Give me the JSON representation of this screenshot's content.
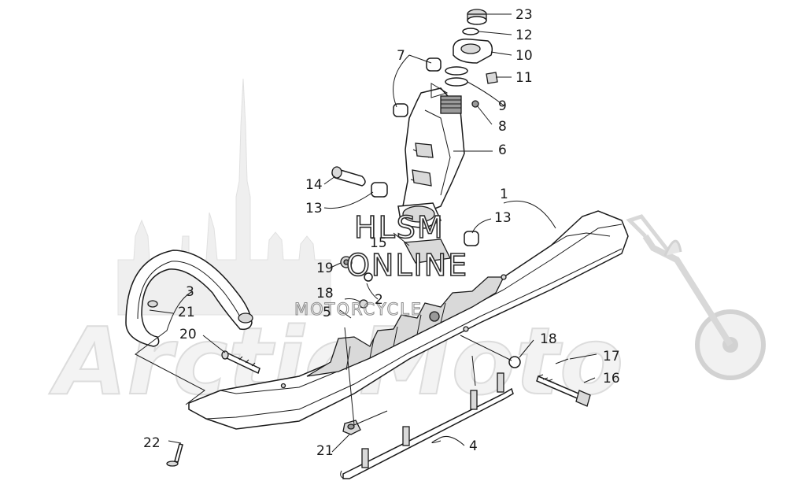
{
  "watermark": {
    "line1": "HLSM",
    "line2": "ONLINE",
    "line3": "MOTORCYCLE",
    "brand": "ArcticMoto"
  },
  "callouts": [
    {
      "id": "23",
      "label": "23"
    },
    {
      "id": "12",
      "label": "12"
    },
    {
      "id": "10",
      "label": "10"
    },
    {
      "id": "11",
      "label": "11"
    },
    {
      "id": "7",
      "label": "7"
    },
    {
      "id": "9",
      "label": "9"
    },
    {
      "id": "8",
      "label": "8"
    },
    {
      "id": "6",
      "label": "6"
    },
    {
      "id": "14",
      "label": "14"
    },
    {
      "id": "13a",
      "label": "13"
    },
    {
      "id": "1",
      "label": "1"
    },
    {
      "id": "13b",
      "label": "13"
    },
    {
      "id": "15",
      "label": "15"
    },
    {
      "id": "19",
      "label": "19"
    },
    {
      "id": "3",
      "label": "3"
    },
    {
      "id": "18a",
      "label": "18"
    },
    {
      "id": "2",
      "label": "2"
    },
    {
      "id": "5",
      "label": "5"
    },
    {
      "id": "21a",
      "label": "21"
    },
    {
      "id": "20",
      "label": "20"
    },
    {
      "id": "18b",
      "label": "18"
    },
    {
      "id": "17",
      "label": "17"
    },
    {
      "id": "16",
      "label": "16"
    },
    {
      "id": "22",
      "label": "22"
    },
    {
      "id": "21b",
      "label": "21"
    },
    {
      "id": "4",
      "label": "4"
    }
  ]
}
